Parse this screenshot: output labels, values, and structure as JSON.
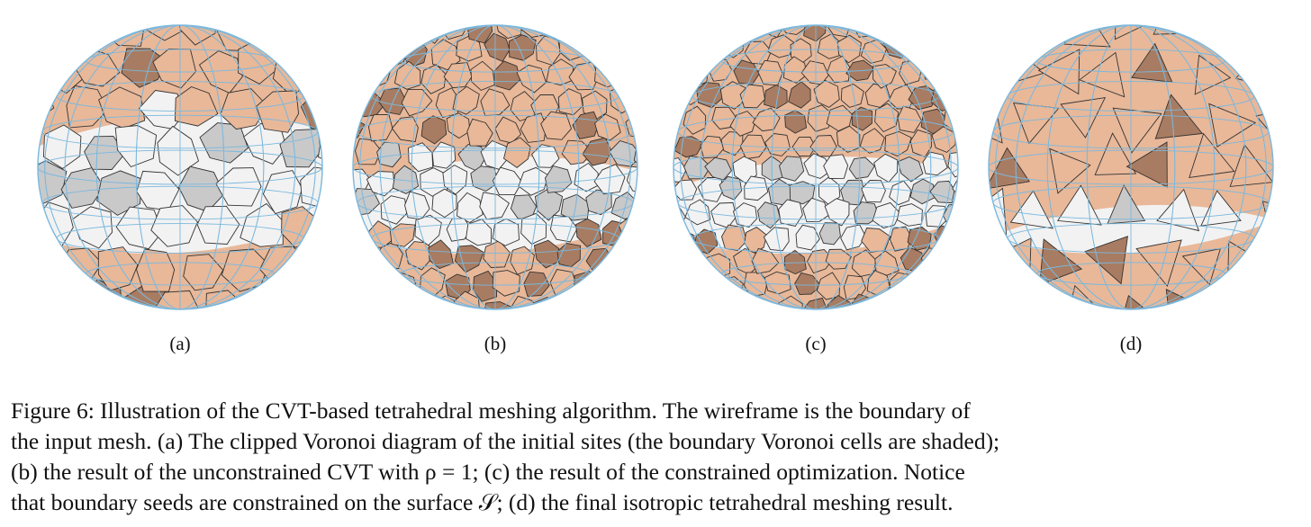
{
  "figure": {
    "panels": [
      {
        "label": "(a)",
        "cut_level": 0.3,
        "cell_density": 7
      },
      {
        "label": "(b)",
        "cut_level": 0.45,
        "cell_density": 11
      },
      {
        "label": "(c)",
        "cut_level": 0.45,
        "cell_density": 12
      },
      {
        "label": "(d)",
        "cut_level": 0.62,
        "cell_density": 6
      }
    ],
    "caption_lines": [
      "Figure 6: Illustration of the CVT-based tetrahedral meshing algorithm. The wireframe is the boundary of",
      "the input mesh. (a) The clipped Voronoi diagram of the initial sites (the boundary Voronoi cells are shaded);",
      "(b) the result of the unconstrained CVT with ρ = 1; (c) the result of the constrained optimization. Notice",
      "that boundary seeds are constrained on the surface 𝒮; (d) the final isotropic tetrahedral meshing result."
    ],
    "colors": {
      "wireframe": "#7ab8de",
      "boundary_cell": "#e8b899",
      "boundary_cell_dark": "#a87c62",
      "interior_cell": "#f2f2f2",
      "interior_shadow": "#9a9a9a",
      "edge": "#333333"
    }
  }
}
